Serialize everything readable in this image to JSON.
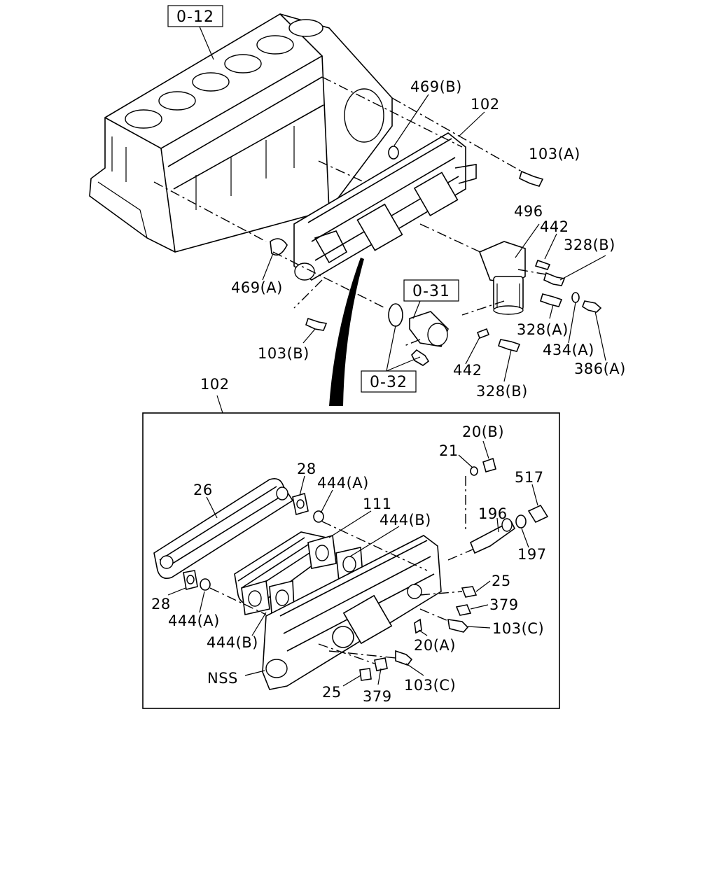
{
  "refs": {
    "block": "0-12",
    "thermostat": "0-31",
    "outlet": "0-32"
  },
  "top_labels": {
    "l469b": "469(B)",
    "l102": "102",
    "l103a": "103(A)",
    "l496": "496",
    "l442a": "442",
    "l328b_a": "328(B)",
    "l469a": "469(A)",
    "l328a": "328(A)",
    "l434a": "434(A)",
    "l386a": "386(A)",
    "l103b": "103(B)",
    "l442b": "442",
    "l328b_b": "328(B)"
  },
  "detail": {
    "title": "102",
    "labels": {
      "l20b": "20(B)",
      "l21": "21",
      "l517": "517",
      "l28a": "28",
      "l444a_top": "444(A)",
      "l26": "26",
      "l111": "111",
      "l444b_top": "444(B)",
      "l196": "196",
      "l197": "197",
      "l25a": "25",
      "l379a": "379",
      "l103c_a": "103(C)",
      "l28b": "28",
      "l444a_bot": "444(A)",
      "l444b_bot": "444(B)",
      "l20a": "20(A)",
      "lnss": "NSS",
      "l25b": "25",
      "l379b": "379",
      "l103c_b": "103(C)"
    }
  }
}
